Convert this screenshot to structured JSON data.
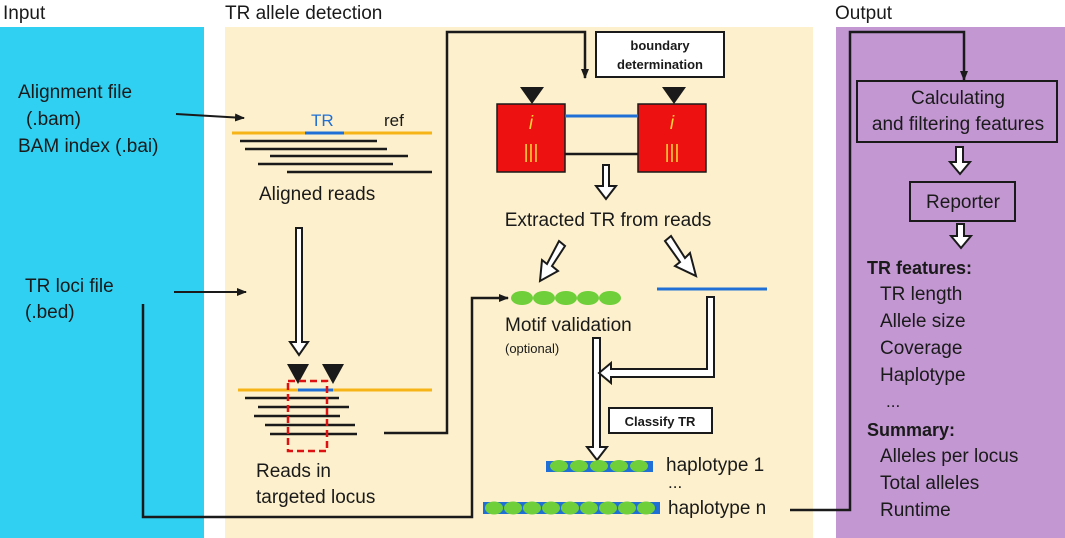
{
  "sections": {
    "input": "Input",
    "detection": "TR allele detection",
    "output": "Output"
  },
  "input_panel": {
    "alignment_line1": "Alignment file",
    "alignment_line2": "(.bam)",
    "alignment_line3": "BAM index (.bai)",
    "loci_line1": "TR loci file",
    "loci_line2": "(.bed)"
  },
  "detection": {
    "tr_label": "TR",
    "ref_label": "ref",
    "aligned_reads": "Aligned reads",
    "reads_line1": "Reads in",
    "reads_line2": "targeted locus",
    "boundary_line1": "boundary",
    "boundary_line2": "determination",
    "block_symbol": "i",
    "block_bars": "|||",
    "extracted": "Extracted TR from reads",
    "motif": "Motif validation",
    "optional": "(optional)",
    "classify": "Classify TR",
    "haplotype1": "haplotype 1",
    "ellipsis": "...",
    "haplotype_n": "haplotype n"
  },
  "output_panel": {
    "calc_line1": "Calculating",
    "calc_line2": "and filtering features",
    "reporter": "Reporter",
    "features_title": "TR features:",
    "features": [
      "TR length",
      "Allele size",
      "Coverage",
      "Haplotype",
      "..."
    ],
    "summary_title": "Summary:",
    "summary": [
      "Alleles per locus",
      "Total alleles",
      "Runtime"
    ]
  },
  "colors": {
    "input_bg": "#2fd0f2",
    "detection_bg": "#fdf0cc",
    "output_bg": "#c397d2",
    "reference": "#f7b416",
    "tr_segment": "#1f6fd6",
    "block": "#ee1111",
    "motif": "#6fcf3a",
    "box_border": "#1a1a1a"
  }
}
